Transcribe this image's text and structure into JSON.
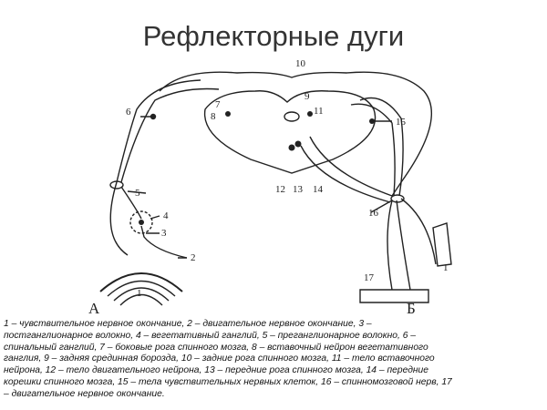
{
  "slide": {
    "title": "Рефлекторные  дуги"
  },
  "diagram": {
    "labels": {
      "l1a": "1",
      "l1b": "1",
      "l2": "2",
      "l3": "3",
      "l4": "4",
      "l5": "5",
      "l6": "6",
      "l7": "7",
      "l8": "8",
      "l9": "9",
      "l10": "10",
      "l11": "11",
      "l12": "12",
      "l13": "13",
      "l14": "14",
      "l15": "15",
      "l16": "16",
      "l17": "17",
      "A": "А",
      "B": "Б"
    }
  },
  "caption": {
    "lines": [
      "1 – чувствительное нервное окончание, 2 – двигательное нервное окончание,  3 –",
      "постганглионарное волокно,  4 – вегетативный ганглий, 5 – преганглионарное волокно, 6 –",
      "спинальный ганглий,  7 – боковые рога спинного мозга, 8 – вставочный нейрон вегетативного",
      "ганглия,  9 – задняя срединная борозда, 10 – задние рога спинного мозга, 11 – тело вставочного",
      "нейрона,  12 – тело двигательного нейрона, 13 – передние рога спинного мозга, 14 – передние",
      "корешки спинного мозга, 15 – тела чувствительных нервных клеток, 16 – спинномозговой нерв, 17",
      "– двигательное нервное окончание."
    ]
  }
}
